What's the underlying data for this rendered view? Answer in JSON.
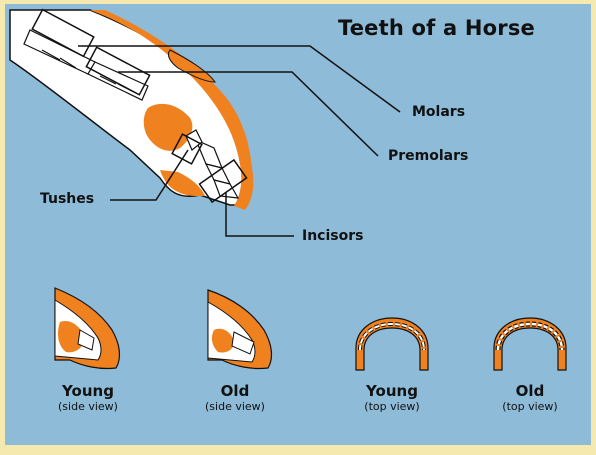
{
  "title": "Teeth of a Horse",
  "callouts": {
    "molars": "Molars",
    "premolars": "Premolars",
    "tushes": "Tushes",
    "incisors": "Incisors"
  },
  "thumbnails": [
    {
      "label": "Young",
      "view": "(side view)"
    },
    {
      "label": "Old",
      "view": "(side view)"
    },
    {
      "label": "Young",
      "view": "(top view)"
    },
    {
      "label": "Old",
      "view": "(top view)"
    }
  ],
  "colors": {
    "background": "#8ebbd8",
    "frame": "#f5e9b0",
    "accent_orange": "#f0811f",
    "line": "#111111",
    "tooth_fill": "#ffffff"
  }
}
